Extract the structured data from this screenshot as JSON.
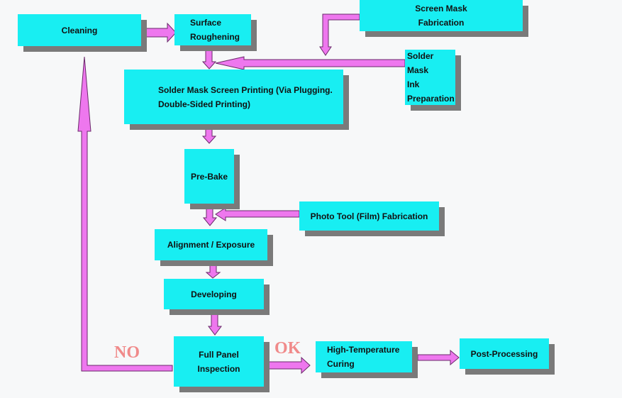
{
  "colors": {
    "box_fill": "#18eef2",
    "box_shadow": "#7a7a7a",
    "arrow_fill": "#ee77ee",
    "arrow_stroke": "#6a2a6a",
    "decision_text": "#f08a8a",
    "background": "#f7f8f9"
  },
  "nodes": {
    "cleaning": "Cleaning",
    "surface_roughening": "Surface\nRoughening",
    "screen_mask_fabrication": "Screen Mask\nFabrication",
    "solder_mask_ink_preparation": "Solder Mask\nInk\nPreparation",
    "solder_mask_screen_printing": "Solder Mask Screen Printing (Via Plugging.\nDouble-Sided Printing)",
    "pre_bake": "Pre-Bake",
    "photo_tool_fabrication": "Photo Tool (Film) Fabrication",
    "alignment_exposure": "Alignment / Exposure",
    "developing": "Developing",
    "full_panel_inspection": "Full Panel\nInspection",
    "high_temperature_curing": "High-Temperature\nCuring",
    "post_processing": "Post-Processing"
  },
  "decisions": {
    "no": "NO",
    "ok": "OK"
  },
  "edges": [
    {
      "from": "cleaning",
      "to": "surface_roughening"
    },
    {
      "from": "screen_mask_fabrication",
      "to": "solder_mask_screen_printing"
    },
    {
      "from": "surface_roughening",
      "to": "solder_mask_screen_printing"
    },
    {
      "from": "solder_mask_ink_preparation",
      "to": "solder_mask_screen_printing"
    },
    {
      "from": "solder_mask_screen_printing",
      "to": "pre_bake"
    },
    {
      "from": "pre_bake",
      "to": "alignment_exposure"
    },
    {
      "from": "photo_tool_fabrication",
      "to": "alignment_exposure"
    },
    {
      "from": "alignment_exposure",
      "to": "developing"
    },
    {
      "from": "developing",
      "to": "full_panel_inspection"
    },
    {
      "from": "full_panel_inspection",
      "to": "high_temperature_curing",
      "label": "OK"
    },
    {
      "from": "full_panel_inspection",
      "to": "cleaning",
      "label": "NO"
    },
    {
      "from": "high_temperature_curing",
      "to": "post_processing"
    }
  ]
}
